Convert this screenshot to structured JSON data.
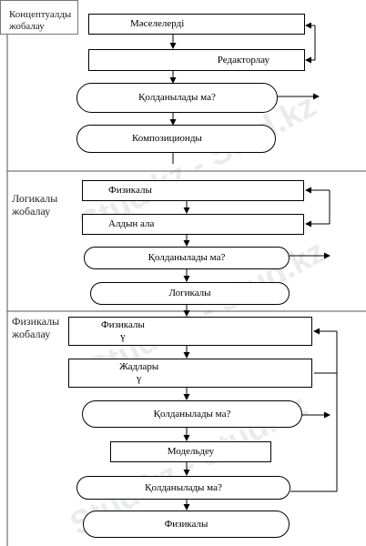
{
  "watermark": "Stud.kz - Stud.kz",
  "sections": [
    {
      "label": "Концептуалды\nжобалау"
    },
    {
      "label": "Логикалы\nжобалау"
    },
    {
      "label": "Физикалы\nжобалау"
    }
  ],
  "nodes": {
    "analysis": "Мәселелерді",
    "editing": "Редакторлау",
    "check1": "Қолданылады ма?",
    "composition": "Композиционды",
    "physical_top": "Физикалы",
    "preview": "Алдын ала",
    "check2": "Қолданылады ма?",
    "logical": "Логикалы",
    "physical_mid": "Физикалы\nү",
    "data": "Жадлары\nү",
    "check3": "Қолданылады ма?",
    "modelling": "Модельдеу",
    "check4": "Қолданылады ма?",
    "physical_bottom": "Физикалы"
  }
}
